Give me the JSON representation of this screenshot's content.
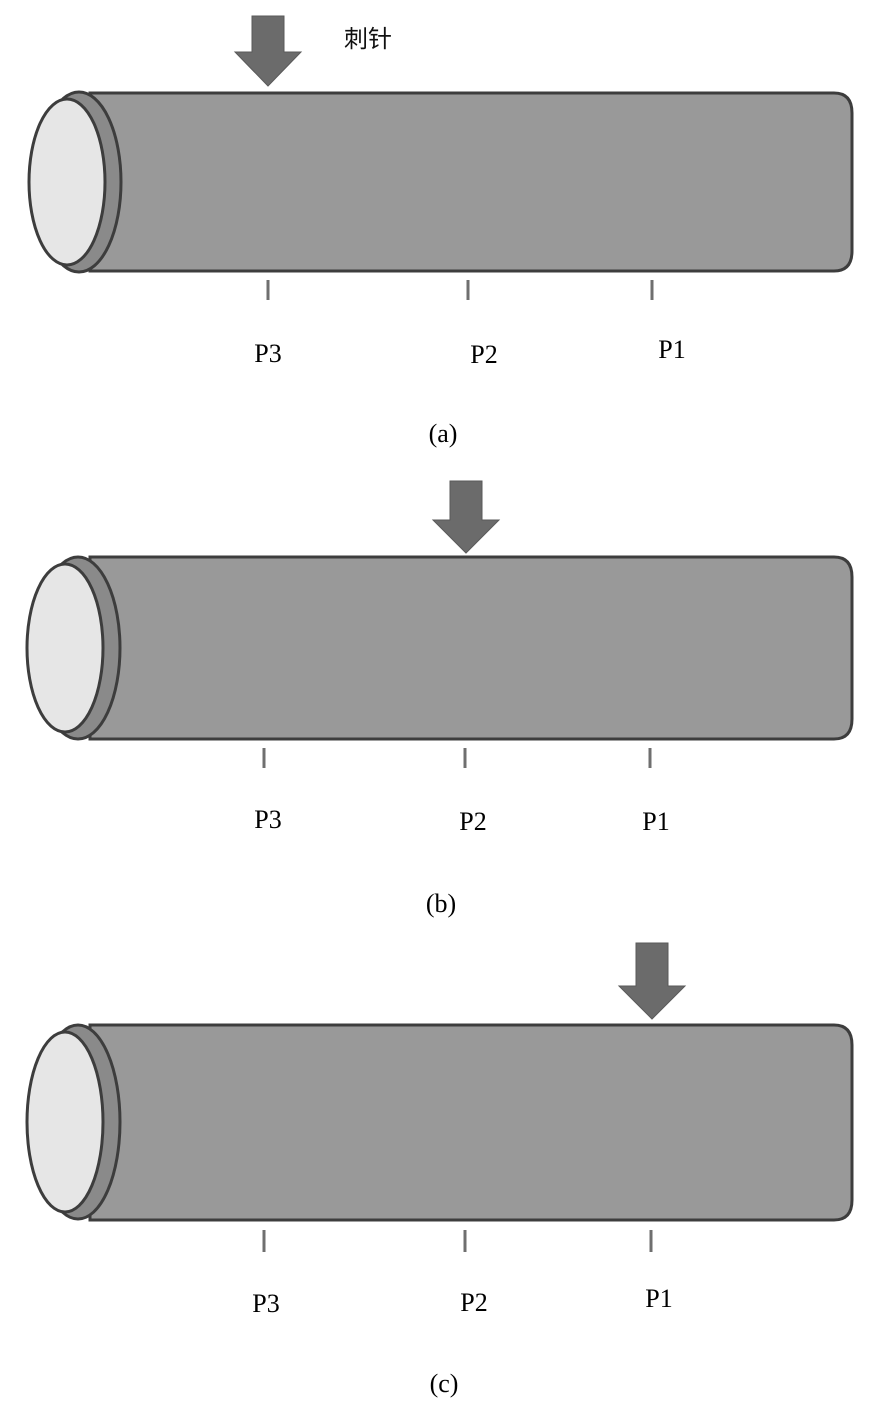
{
  "colors": {
    "tube_fill": "#999999",
    "tube_stroke": "#3d3d3d",
    "rim_fill": "#8a8a8a",
    "end_fill": "#e6e6e6",
    "arrow_fill": "#6b6b6b",
    "tick_color": "#6f6f6f"
  },
  "needle_label": "刺针",
  "panels": [
    {
      "caption": "(a)",
      "needle_at": "P3",
      "positions": [
        {
          "label": "P3"
        },
        {
          "label": "P2"
        },
        {
          "label": "P1"
        }
      ]
    },
    {
      "caption": "(b)",
      "needle_at": "P2",
      "positions": [
        {
          "label": "P3"
        },
        {
          "label": "P2"
        },
        {
          "label": "P1"
        }
      ]
    },
    {
      "caption": "(c)",
      "needle_at": "P1",
      "positions": [
        {
          "label": "P3"
        },
        {
          "label": "P2"
        },
        {
          "label": "P1"
        }
      ]
    }
  ]
}
